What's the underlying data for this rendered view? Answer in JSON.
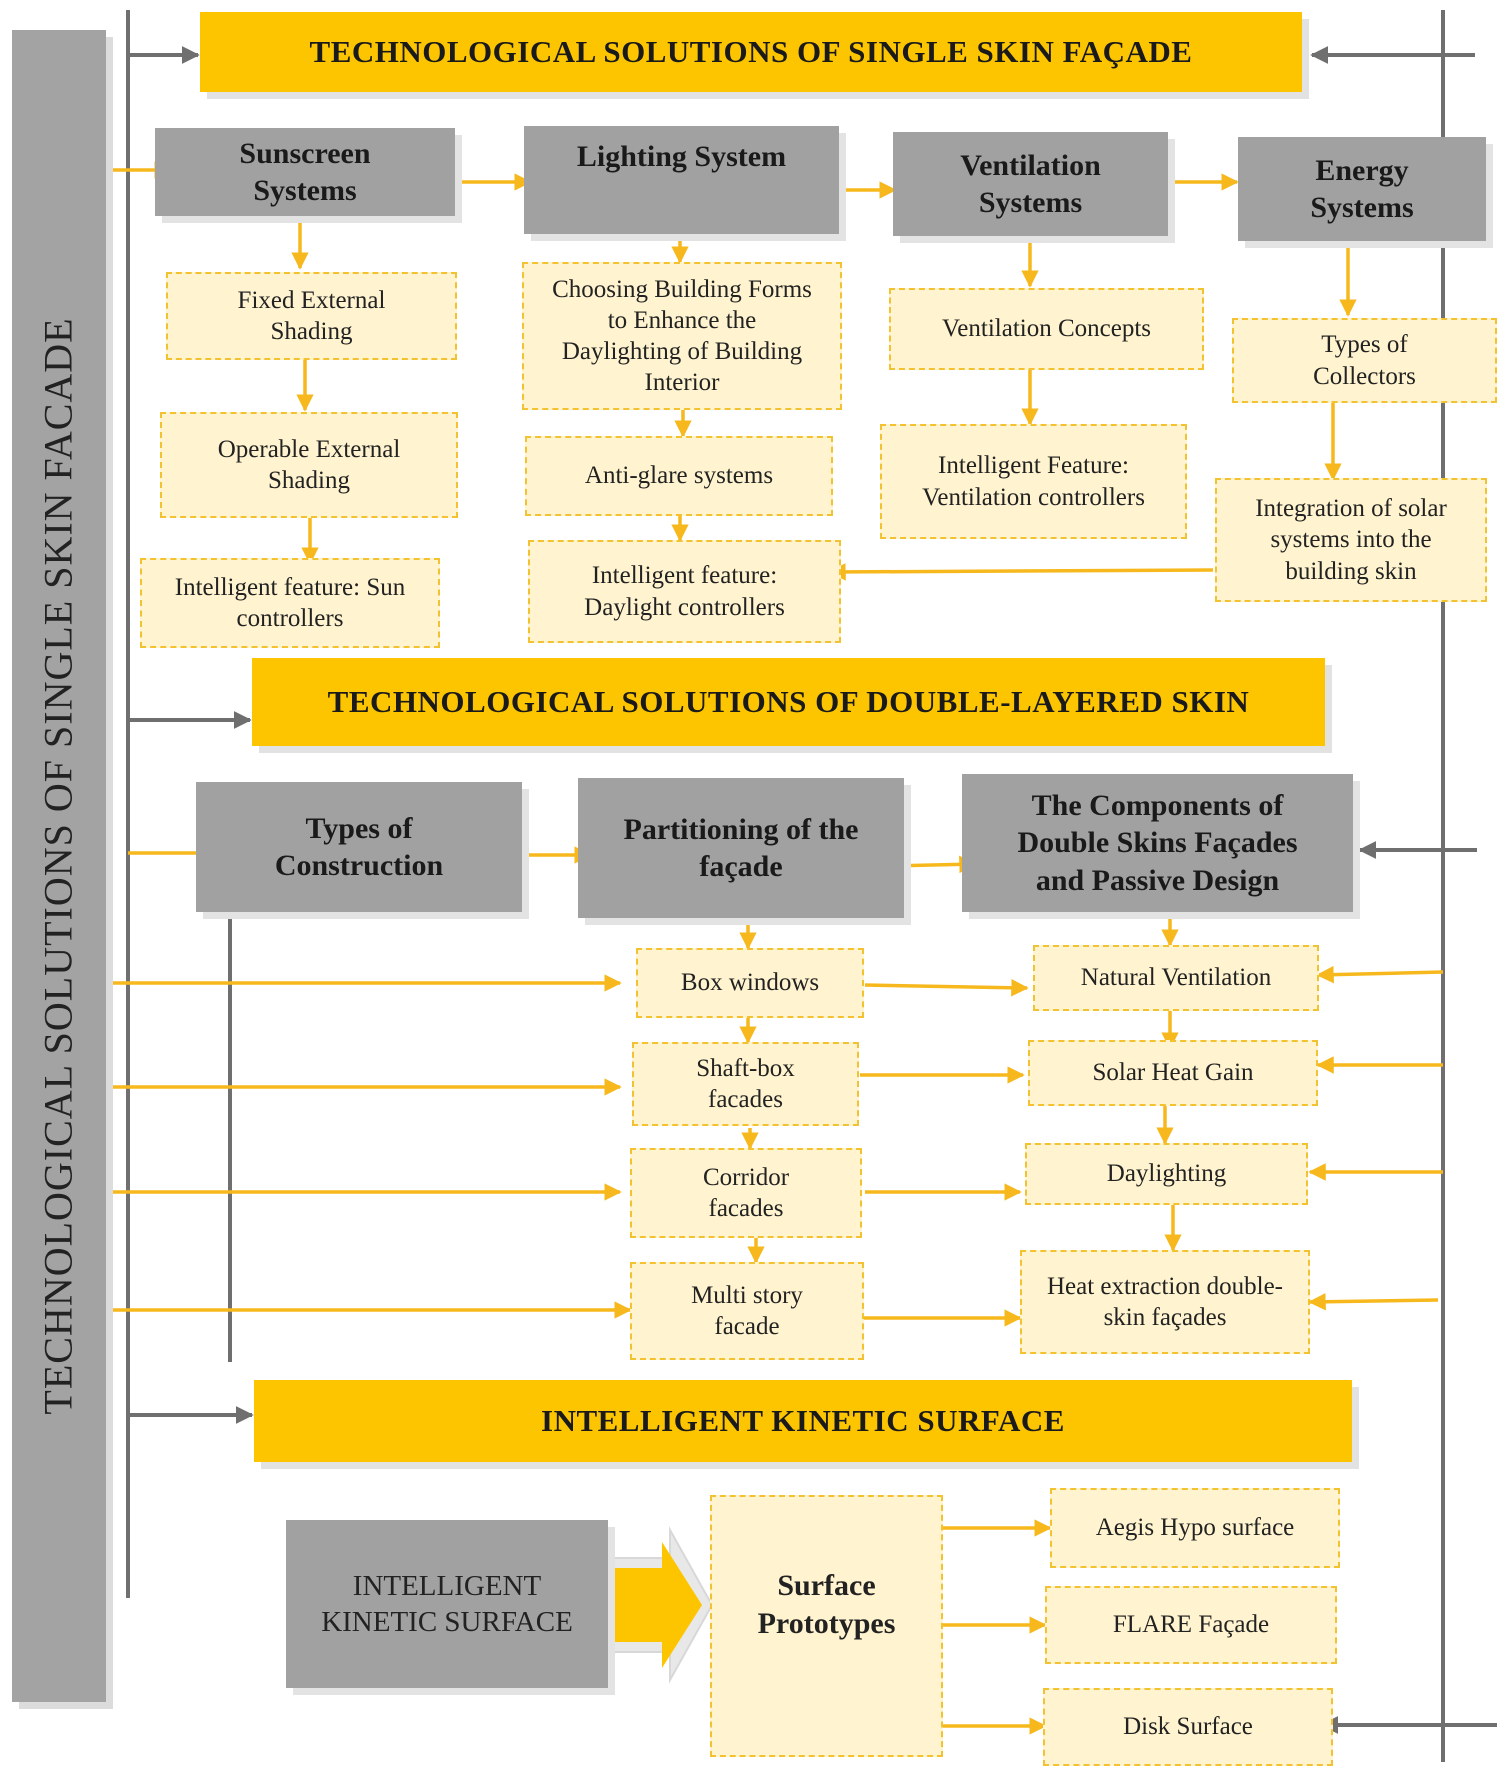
{
  "title": "TECHNOLOGICAL SOLUTIONS OF SINGLE SKIN FACADE",
  "colors": {
    "accent": "#fdc500",
    "category_gray": "#a1a1a1",
    "dashed_fill": "#fff4cf",
    "arrow_yellow": "#f6b81c",
    "arrow_gray": "#6f6f6f"
  },
  "sections": {
    "single_skin": {
      "banner": "TECHNOLOGICAL SOLUTIONS OF SINGLE SKIN FAÇADE",
      "categories": {
        "sunscreen": {
          "label": "Sunscreen Systems",
          "items": [
            "Fixed External Shading",
            "Operable External Shading",
            "Intelligent feature: Sun controllers"
          ]
        },
        "lighting": {
          "label": "Lighting System",
          "items": [
            "Choosing Building Forms to Enhance the Daylighting of Building Interior",
            "Anti-glare systems",
            "Intelligent feature: Daylight controllers"
          ]
        },
        "ventilation": {
          "label": "Ventilation Systems",
          "items": [
            "Ventilation Concepts",
            "Intelligent Feature: Ventilation controllers"
          ]
        },
        "energy": {
          "label": "Energy Systems",
          "items": [
            "Types of Collectors",
            "Integration of solar systems into the building skin"
          ]
        }
      }
    },
    "double_skin": {
      "banner": "TECHNOLOGICAL SOLUTIONS OF DOUBLE-LAYERED SKIN",
      "categories": {
        "construction": {
          "label": "Types of Construction"
        },
        "partitioning": {
          "label": "Partitioning of the façade",
          "items": [
            "Box windows",
            "Shaft-box facades",
            "Corridor facades",
            "Multi story facade"
          ]
        },
        "components": {
          "label": "The Components of Double Skins Façades and Passive Design",
          "items": [
            "Natural Ventilation",
            "Solar Heat Gain",
            "Daylighting",
            "Heat extraction double-skin façades"
          ]
        }
      }
    },
    "kinetic": {
      "banner": "INTELLIGENT KINETIC SURFACE",
      "source": "INTELLIGENT KINETIC SURFACE",
      "prototypes": {
        "label": "Surface Prototypes",
        "items": [
          "Aegis Hypo surface",
          "FLARE Façade",
          "Disk Surface"
        ]
      }
    }
  }
}
